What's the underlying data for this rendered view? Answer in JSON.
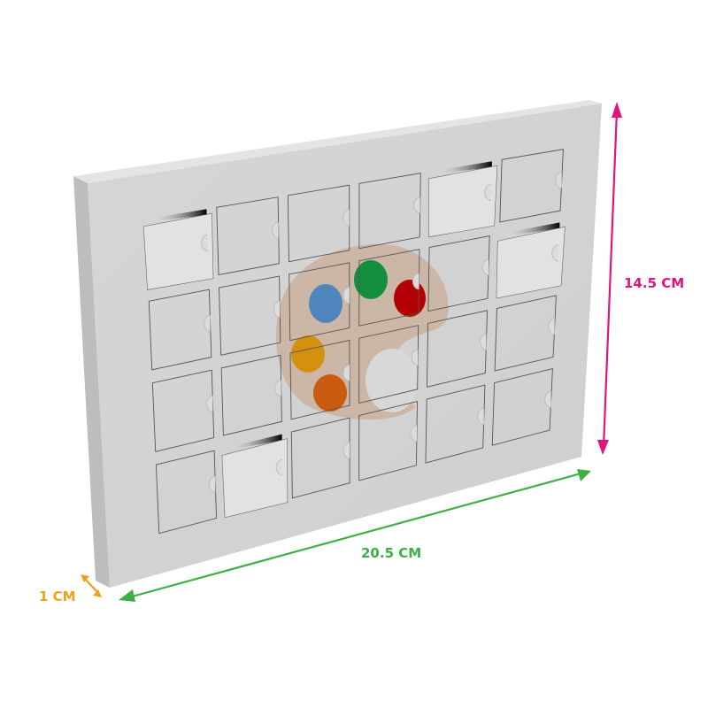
{
  "product": {
    "name": "advent-calendar-box",
    "door_count": 24,
    "grid": {
      "rows": 4,
      "cols": 6
    },
    "open_doors": [
      {
        "row": 0,
        "col": 0
      },
      {
        "row": 0,
        "col": 4
      },
      {
        "row": 1,
        "col": 5
      },
      {
        "row": 3,
        "col": 1
      }
    ],
    "print_motif": "paint-palette-icon",
    "palette_colors": [
      "#158f3f",
      "#4e86bd",
      "#b30005",
      "#d4900f",
      "#c85b0e"
    ]
  },
  "dimensions": {
    "height": {
      "label": "14.5 CM",
      "color": "#e0147f"
    },
    "width": {
      "label": "20.5 CM",
      "color": "#3cb043"
    },
    "depth": {
      "label": "1 CM",
      "color": "#f0a020"
    }
  }
}
